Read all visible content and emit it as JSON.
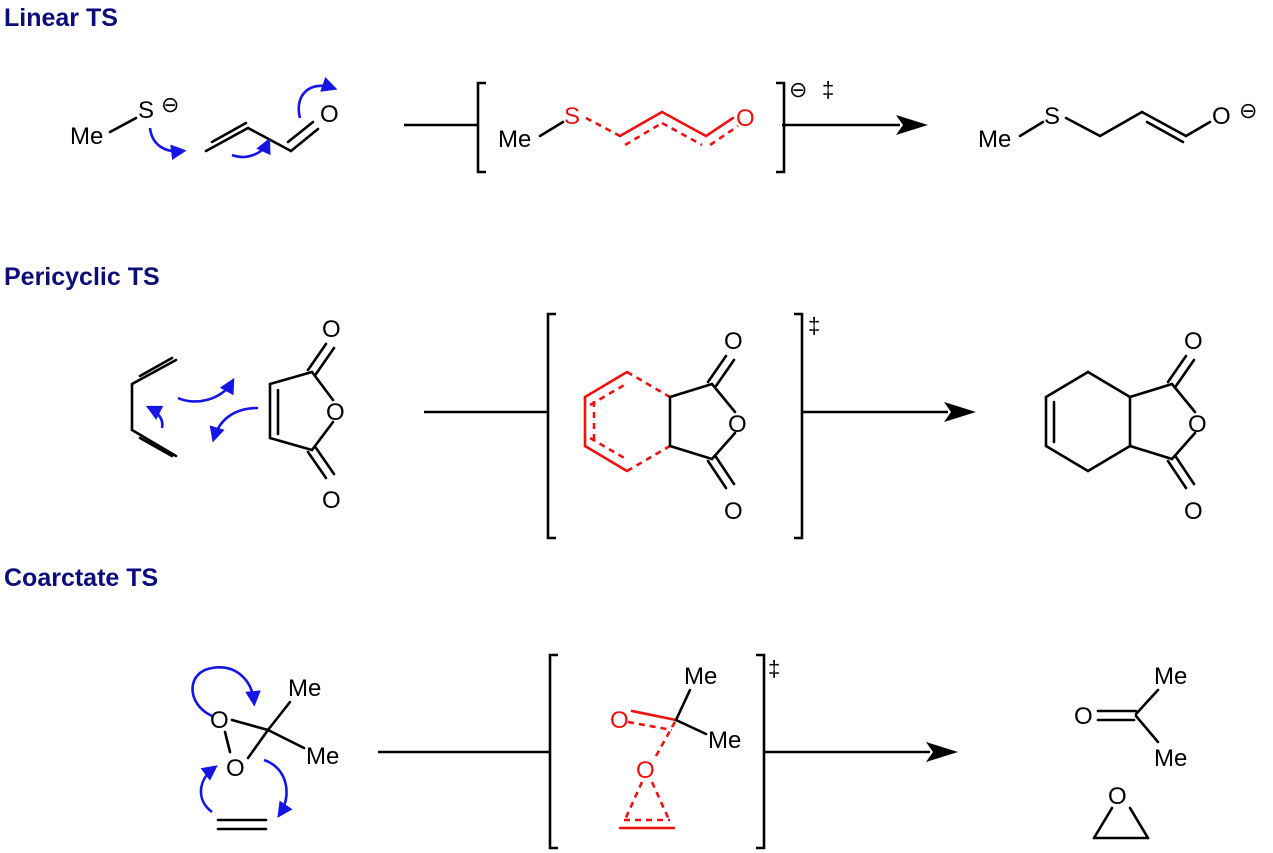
{
  "sections": [
    {
      "title": "Linear TS"
    },
    {
      "title": "Pericyclic TS"
    },
    {
      "title": "Coarctate TS"
    }
  ],
  "atoms": {
    "me": "Me",
    "s": "S",
    "o": "O",
    "minus": "⊖",
    "dagger": "‡"
  },
  "colors": {
    "title": "#0d0d7a",
    "transition_state": "#ee1111",
    "electron_arrows": "#1515e6",
    "bonds": "#000000"
  }
}
